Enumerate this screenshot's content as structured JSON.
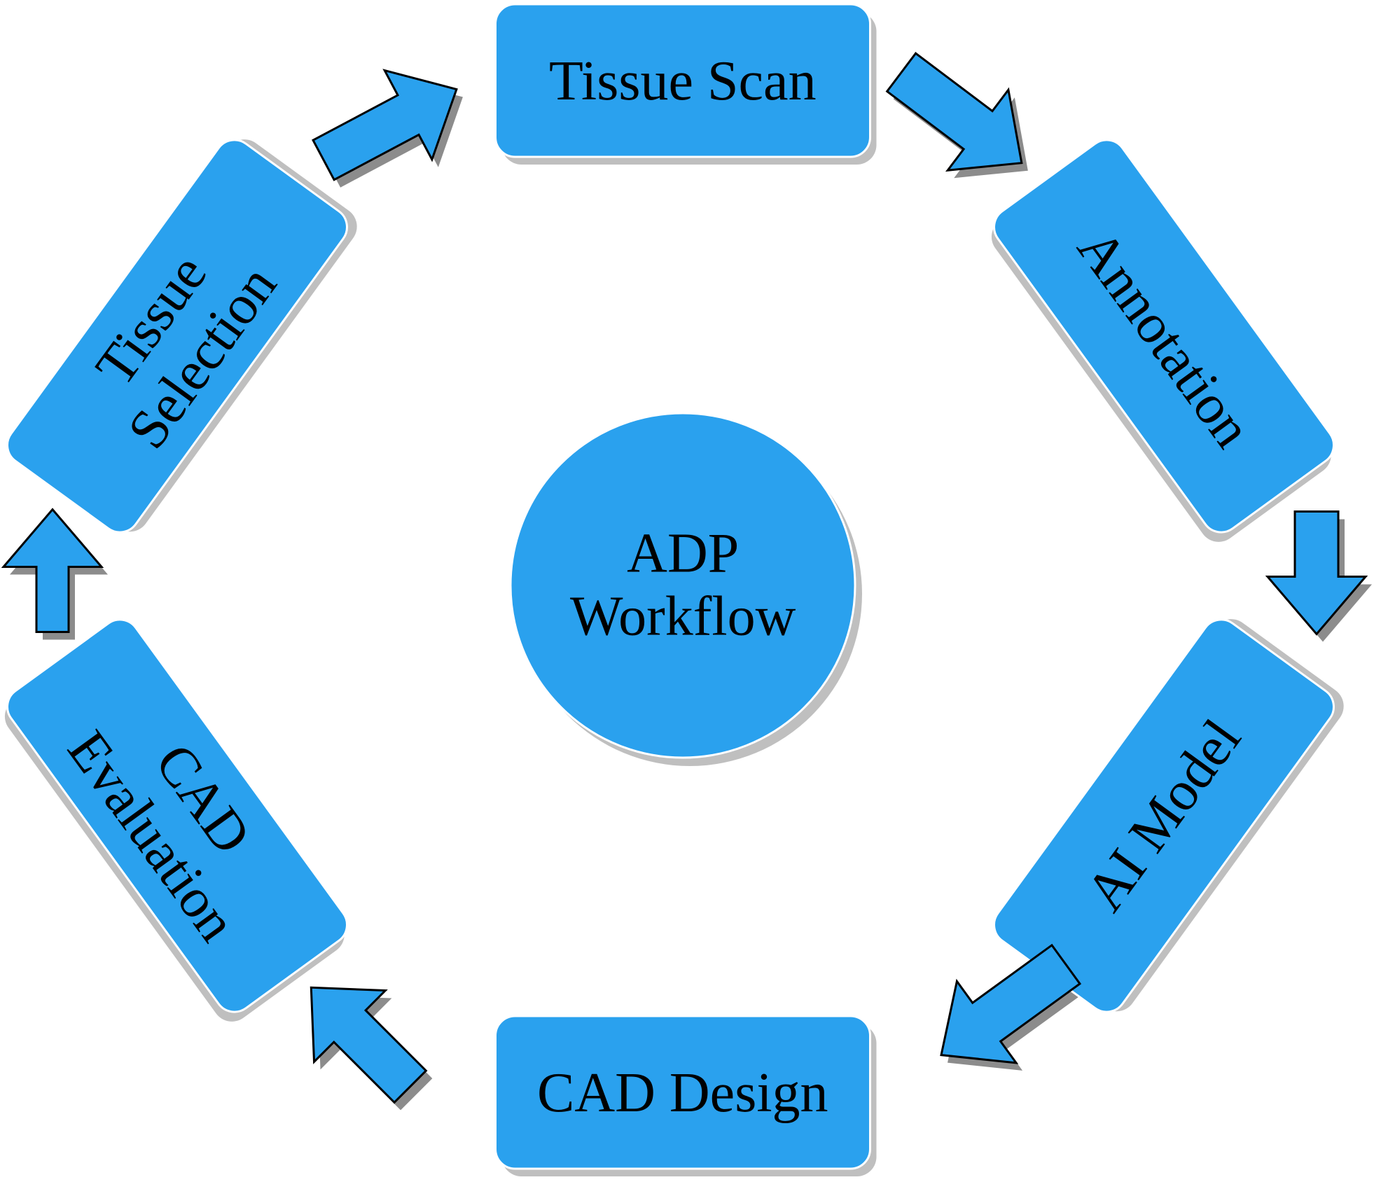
{
  "center": {
    "line1": "ADP",
    "line2": "Workflow"
  },
  "steps": [
    {
      "id": "tissue-scan",
      "line1": "Tissue Scan",
      "line2": ""
    },
    {
      "id": "annotation",
      "line1": "Annotation",
      "line2": ""
    },
    {
      "id": "ai-model",
      "line1": "AI Model",
      "line2": ""
    },
    {
      "id": "cad-design",
      "line1": "CAD Design",
      "line2": ""
    },
    {
      "id": "cad-evaluation",
      "line1": "CAD",
      "line2": "Evaluation"
    },
    {
      "id": "tissue-selection",
      "line1": "Tissue",
      "line2": "Selection"
    }
  ],
  "colors": {
    "box_fill": "#2aa1ee",
    "arrow_fill": "#2aa1ee",
    "arrow_outline": "#000000",
    "text": "#000000",
    "shadow": "#bfbfbf"
  }
}
